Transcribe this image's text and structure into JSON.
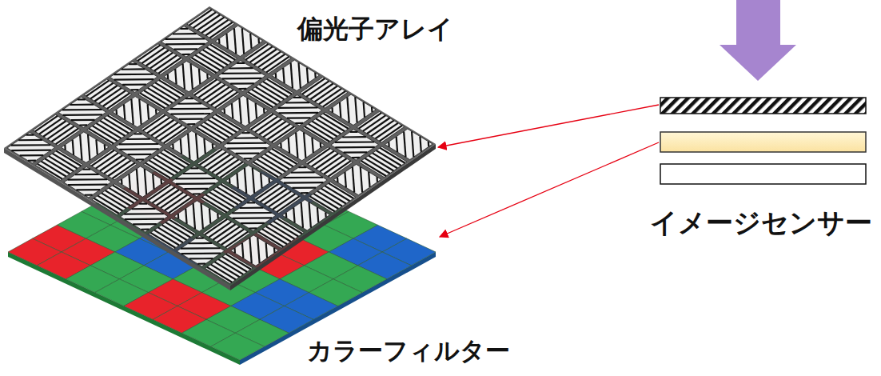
{
  "diagram": {
    "labels": [
      "偏光子アレイ",
      "カラーフィルター",
      "イメージセンサー"
    ]
  }
}
